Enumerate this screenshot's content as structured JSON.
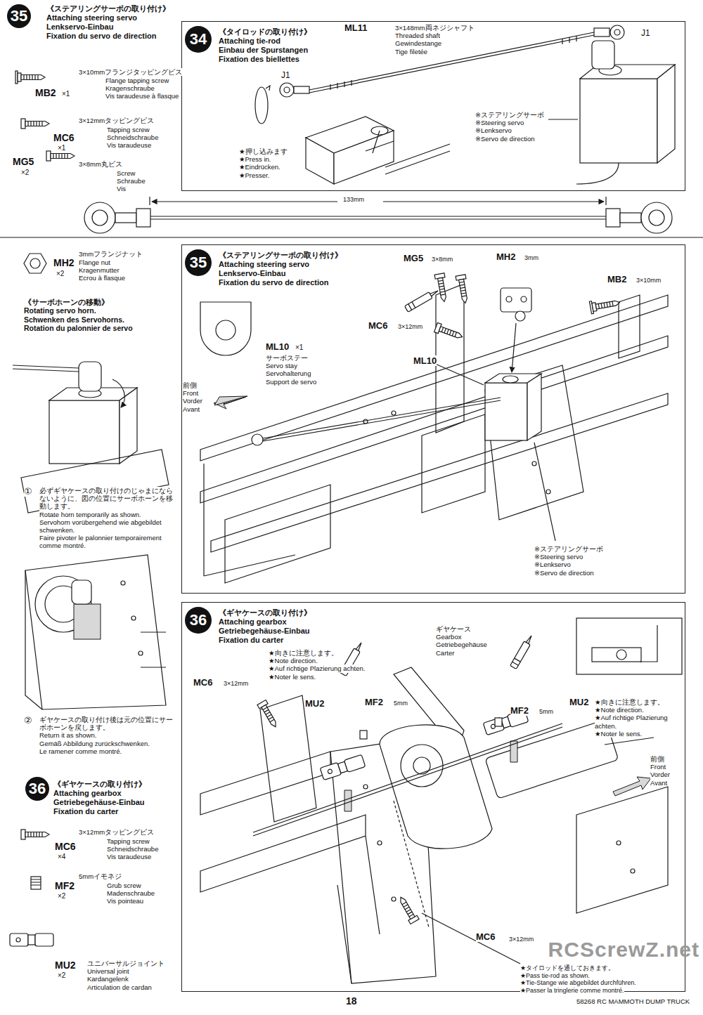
{
  "diagram": {
    "nodes": [
      {
        "text": [
          "34",
          "《タイロッドの取り付け》",
          "Attaching tie-rod",
          "Einbau der Spurstangen",
          "Fixation des biellettes"
        ]
      },
      {
        "text": [
          "35",
          "《ステアリングサーボの取り付け》",
          "Attaching steering servo",
          "Lenkservo-Einbau",
          "Fixation du servo de direction"
        ]
      },
      {
        "text": [
          "36",
          "《ギヤケースの取り付け》",
          "Attaching gearbox",
          "Getriebegehäuse-Einbau",
          "Fixation du carter"
        ]
      }
    ],
    "labels": [
      "35",
      "《ステアリングサーボの取り付け》",
      "Attaching steering servo",
      "Lenkservo-Einbau",
      "Fixation du servo de direction",
      "3×10mmフランジタッピングビス",
      "Flange tapping screw",
      "Kragenschraube",
      "Vis taraudeuse à flasque",
      "MB2",
      "×1",
      "3×12mmタッピングビス",
      "Tapping screw",
      "Schneidschraube",
      "Vis taraudeuse",
      "MC6",
      "×1",
      "3×8mm丸ビス",
      "Screw",
      "Schraube",
      "Vis",
      "MG5",
      "×2",
      "133mm",
      "3mmフランジナット",
      "Flange nut",
      "Kragenmutter",
      "Ecrou à flasque",
      "MH2",
      "×2",
      "《サーボホーンの移動》",
      "Rotating servo horn.",
      "Schwenken des Servohorns.",
      "Rotation du palonnier de servo",
      "①",
      "必ずギヤケースの取り付けのじゃまにならないように、図の位置にサーボホーンを移動します。",
      "Rotate horn temporarily as shown.",
      "Servohorn vorübergehend wie abgebildet schwenken.",
      "Faire pivoter le palonnier temporairement comme montré.",
      "②",
      "ギヤケースの取り付け後は元の位置にサーボホーンを戻します。",
      "Return it as shown.",
      "Gemäß Abbildung zurückschwenken.",
      "Le ramener comme montré.",
      "36",
      "《ギヤケースの取り付け》",
      "Attaching gearbox",
      "Getriebegehäuse-Einbau",
      "Fixation du carter",
      "3×12mmタッピングビス",
      "Tapping screw",
      "Schneidschraube",
      "Vis taraudeuse",
      "MC6",
      "×4",
      "5mmイモネジ",
      "Grub screw",
      "Madenschraube",
      "Vis pointeau",
      "MF2",
      "×2",
      "MU2",
      "×2",
      "ユニバーサルジョイント",
      "Universal joint",
      "Kardangelenk",
      "Articulation de cardan",
      "ML11",
      "3×148mm両ネジシャフト",
      "Threaded shaft",
      "Gewindestange",
      "Tige filetée",
      "J1",
      "J1",
      "★押し込みます",
      "★Press in.",
      "★Eindrücken.",
      "★Presser.",
      "※ステアリングサーボ",
      "※Steering servo",
      "※Lenkservo",
      "※Servo de direction",
      "ML10",
      "×1",
      "サーボステー",
      "Servo stay",
      "Servohalterung",
      "Support de servo",
      "前側",
      "Front",
      "Vorder",
      "Avant",
      "MG5",
      "3×8mm",
      "MH2",
      "3mm",
      "MB2",
      "3×10mm",
      "MC6",
      "3×12mm",
      "ML10",
      "※ステアリングサーボ",
      "※Steering servo",
      "※Lenkservo",
      "※Servo de direction",
      "★向きに注意します。",
      "★Note direction.",
      "★Auf richtige Plazierung achten.",
      "★Noter le sens.",
      "ギヤケース",
      "Gearbox",
      "Getriebegehäuse",
      "Carter",
      "MC6",
      "3×12mm",
      "MU2",
      "MF2",
      "5mm",
      "MF2",
      "5mm",
      "MU2",
      "★向きに注意します。",
      "★Note direction.",
      "★Auf richtige Plazierung achten.",
      "★Noter le sens.",
      "前側",
      "Front",
      "Vorder",
      "Avant",
      "MC6",
      "3×12mm",
      "★タイロッドを通しておきます。",
      "★Pass tie-rod as shown.",
      "★Tie-Stange wie abgebildet durchführen.",
      "★Passer la tringlerie comme montré.",
      "18",
      "58268 RC MAMMOTH DUMP TRUCK",
      "RCScrewZ.net"
    ]
  }
}
